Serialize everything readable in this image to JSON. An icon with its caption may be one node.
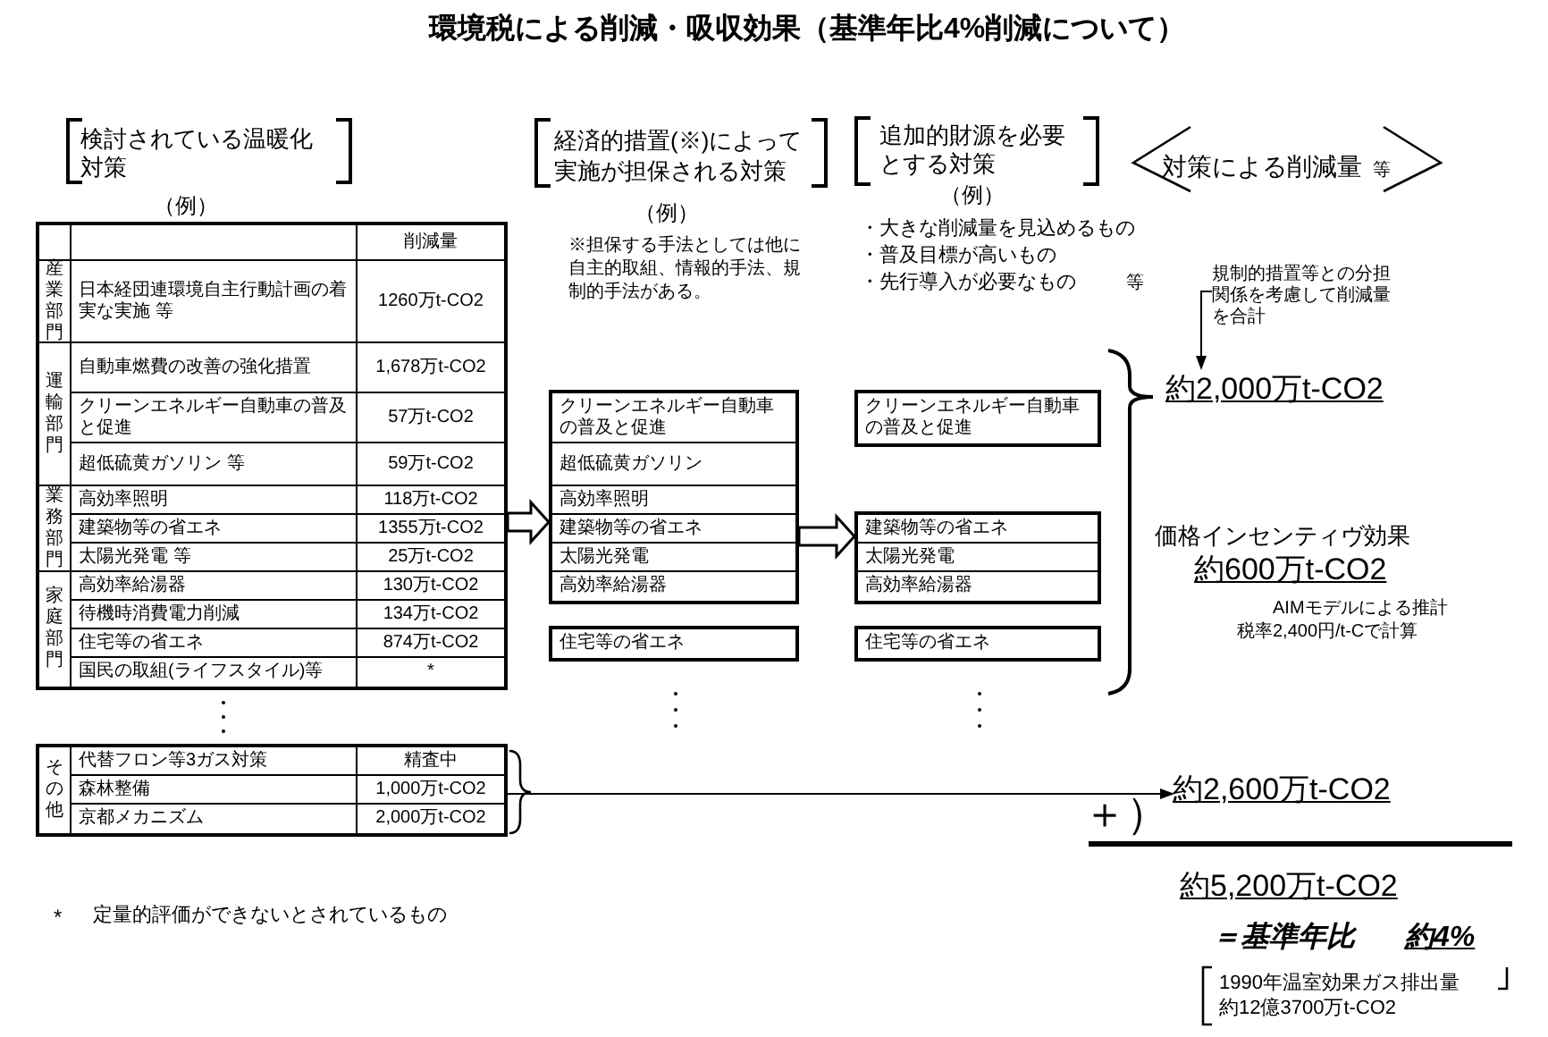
{
  "diagram": {
    "title": "環境税による削減・吸収効果（基準年比4%削減について）",
    "nodes": [
      {
        "text": [
          "削減量",
          "産業部門",
          "日本経団連環境自主行動計画の着実な実施 等",
          "1260万t-CO2",
          "運輸部門",
          "自動車燃費の改善の強化措置",
          "1,678万t-CO2",
          "クリーンエネルギー自動車の普及と促進",
          "57万t-CO2",
          "超低硫黄ガソリン 等",
          "59万t-CO2",
          "業務部門",
          "高効率照明",
          "118万t-CO2",
          "建築物等の省エネ",
          "1355万t-CO2",
          "太陽光発電 等",
          "25万t-CO2",
          "家庭部門",
          "高効率給湯器",
          "130万t-CO2",
          "待機時消費電力削減",
          "134万t-CO2",
          "住宅等の省エネ",
          "874万t-CO2",
          "国民の取組(ライフスタイル)等",
          "*"
        ]
      },
      {
        "text": [],
        "shape": "box"
      },
      {
        "text": [
          "クリーンエネルギー自動車の普及と促進"
        ],
        "in": 1
      },
      {
        "text": [
          "超低硫黄ガソリン"
        ],
        "in": 1
      },
      {
        "text": [
          "高効率照明"
        ],
        "in": 1
      },
      {
        "text": [
          "建築物等の省エネ"
        ],
        "in": 1
      },
      {
        "text": [
          "太陽光発電"
        ],
        "in": 1
      },
      {
        "text": [
          "高効率給湯器"
        ],
        "in": 1
      },
      {
        "text": [
          "住宅等の省エネ"
        ]
      },
      {
        "text": [
          "クリーンエネルギー自動車の普及と促進"
        ]
      },
      {
        "text": [],
        "shape": "box"
      },
      {
        "text": [
          "建築物等の省エネ"
        ],
        "in": 10
      },
      {
        "text": [
          "太陽光発電"
        ],
        "in": 10
      },
      {
        "text": [
          "高効率給湯器"
        ],
        "in": 10
      },
      {
        "text": [
          "住宅等の省エネ"
        ]
      },
      {
        "text": [
          "規制的措置等との分担関係を考慮して削減量を合計"
        ]
      },
      {
        "text": [
          "約2,000万t-CO2"
        ]
      },
      {
        "text": [
          "その他",
          "代替フロン等3ガス対策",
          "精査中",
          "森林整備",
          "1,000万t-CO2",
          "京都メカニズム",
          "2,000万t-CO2"
        ]
      },
      {
        "text": [
          "約2,600万t-CO2"
        ]
      }
    ],
    "edges": [
      {
        "from": 0,
        "to": 1,
        "arrow": "to"
      },
      {
        "from": 1,
        "to": 10,
        "arrow": "to"
      },
      {
        "from": 15,
        "to": 16,
        "arrow": "to"
      },
      {
        "from": 17,
        "to": 18,
        "arrow": "to"
      }
    ],
    "labels": [
      "検討されている温暖化対策",
      "（例）",
      "経済的措置(※)によって実施が担保される対策",
      "（例）",
      "追加的財源を必要とする対策",
      "（例）",
      "対策による削減量",
      "等",
      "※担保する手法としては他に自主的取組、情報的手法、規制的手法がある。",
      "・大きな削減量を見込めるもの",
      "・普及目標が高いもの",
      "・先行導入が必要なもの",
      "等",
      "価格インセンティヴ効果",
      "約600万t-CO2",
      "AIMモデルによる推計",
      "税率2,400円/t-Cで計算",
      "＋）",
      "約5,200万t-CO2",
      "*",
      "定量的評価ができないとされているもの",
      "＝基準年比",
      "約4%",
      "1990年温室効果ガス排出量",
      "約12億3700万t-CO2"
    ]
  }
}
